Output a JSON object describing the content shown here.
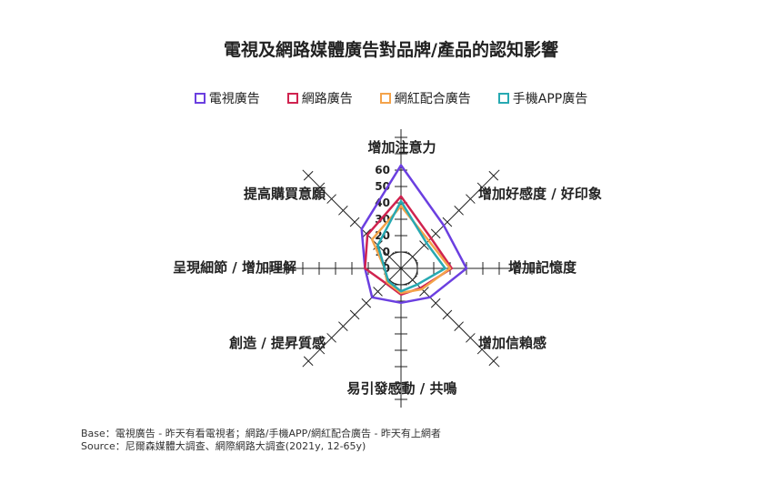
{
  "chart_data": {
    "type": "radar",
    "title": "電視及網路媒體廣告對品牌/產品的認知影響",
    "axes": [
      "增加注意力",
      "增加好感度 / 好印象",
      "增加記憶度",
      "增加信賴感",
      "易引發感動 / 共鳴",
      "創造 / 提昇質感",
      "呈現細節 / 增加理解",
      "提高購買意願"
    ],
    "ticks": [
      "0",
      "10",
      "20",
      "30",
      "40",
      "50",
      "60"
    ],
    "rmax": 60,
    "series": [
      {
        "name": "電視廣告",
        "color": "#6b3fe0",
        "values": [
          63,
          37,
          40,
          25,
          21,
          25,
          22,
          34
        ]
      },
      {
        "name": "網路廣告",
        "color": "#d0234f",
        "values": [
          44,
          26,
          31,
          17,
          16,
          13,
          22,
          29
        ]
      },
      {
        "name": "網紅配合廣告",
        "color": "#f4a34a",
        "values": [
          38,
          24,
          30,
          18,
          15,
          12,
          10,
          25
        ]
      },
      {
        "name": "手機APP廣告",
        "color": "#27a9b2",
        "values": [
          41,
          22,
          27,
          14,
          14,
          11,
          10,
          20
        ]
      }
    ],
    "legend_position": "top"
  },
  "footnotes": {
    "base": "Base：電視廣告 - 昨天有看電視者；網路/手機APP/網紅配合廣告 - 昨天有上網者",
    "source": "Source：尼爾森媒體大調查、網際網路大調查(2021y, 12-65y)"
  }
}
